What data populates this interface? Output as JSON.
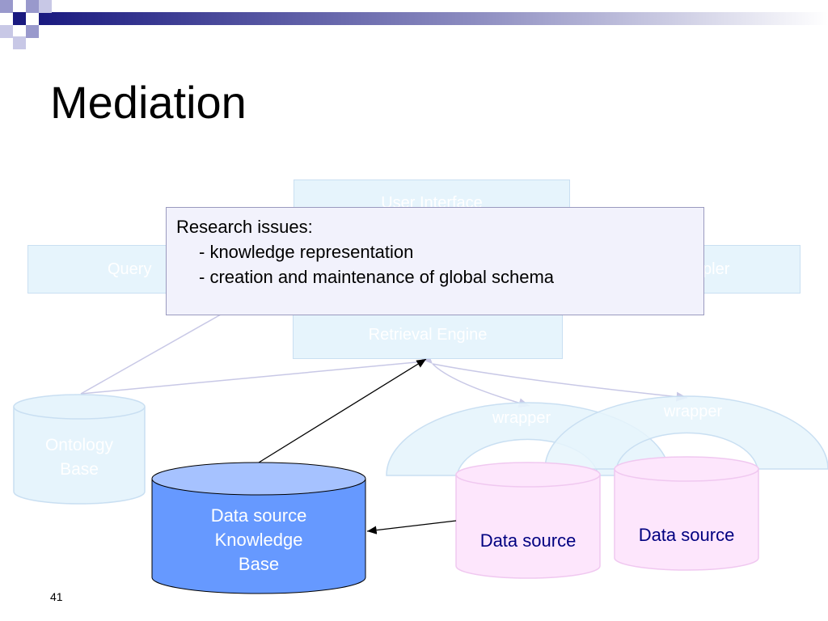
{
  "slide": {
    "title": "Mediation",
    "number": "41"
  },
  "diagram": {
    "user_interface": "User Interface",
    "query_box": "Query",
    "right_box_fragment": "pler",
    "retrieval_engine": "Retrieval Engine",
    "ontology_base": [
      "Ontology",
      "Base"
    ],
    "kb_source": [
      "Data source",
      "Knowledge",
      "Base"
    ],
    "data_source_1": "Data source",
    "data_source_2": "Data source",
    "wrapper_1": "wrapper",
    "wrapper_2": "wrapper"
  },
  "callout": {
    "heading": "Research issues:",
    "items": [
      "- knowledge representation",
      "- creation and maintenance of global schema"
    ]
  },
  "colors": {
    "theme_blue": "#1a1a80",
    "kb_fill": "#6699ff",
    "data_source_fill": "#fde6fc",
    "faded_fill": "#e6f4fc"
  }
}
